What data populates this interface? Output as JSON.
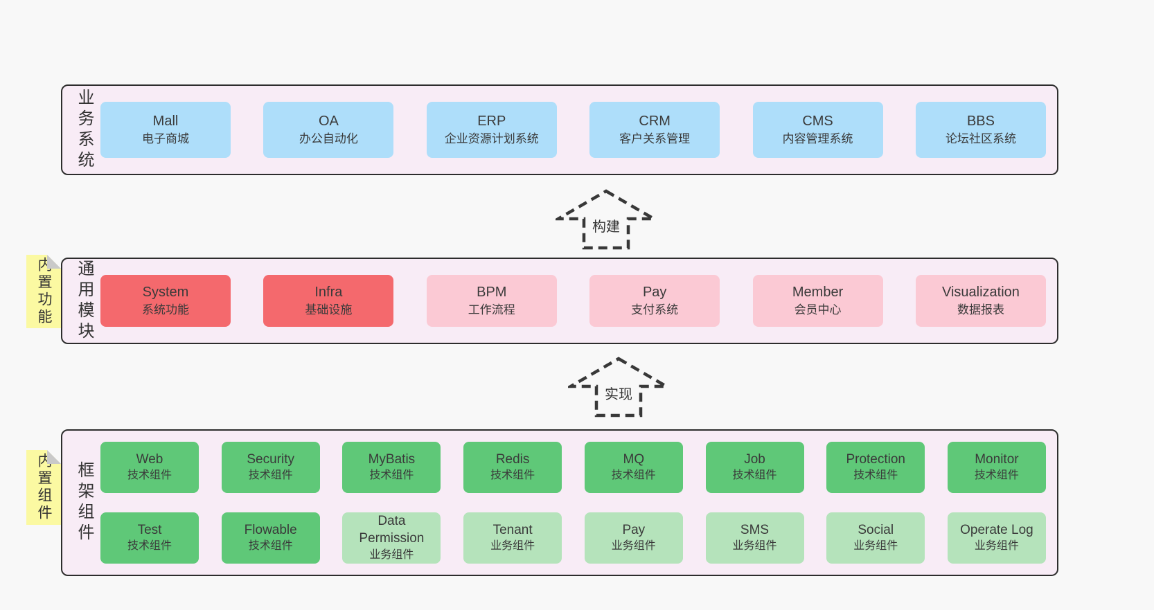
{
  "diagram": {
    "colors": {
      "page_bg": "#f8f8f8",
      "container_bg": "#f8ecf6",
      "container_border": "#2d2d2d",
      "blue_box": "#aedefa",
      "red_box": "#f4696d",
      "pink_box": "#fbc9d4",
      "green_box": "#5fc878",
      "light_green_box": "#b5e3bb",
      "sticky_note": "#fbf9a2",
      "sticky_fold": "#c9c9c9",
      "dashed_arrow": "#383838"
    },
    "arrows": [
      {
        "label": "构建"
      },
      {
        "label": "实现"
      }
    ],
    "stickies": [
      {
        "label": "内置功能"
      },
      {
        "label": "内置组件"
      }
    ],
    "layers": [
      {
        "label": "业务系统",
        "rows": [
          [
            {
              "name": "Mall",
              "subtitle": "电子商城",
              "variant": "blue"
            },
            {
              "name": "OA",
              "subtitle": "办公自动化",
              "variant": "blue"
            },
            {
              "name": "ERP",
              "subtitle": "企业资源计划系统",
              "variant": "blue"
            },
            {
              "name": "CRM",
              "subtitle": "客户关系管理",
              "variant": "blue"
            },
            {
              "name": "CMS",
              "subtitle": "内容管理系统",
              "variant": "blue"
            },
            {
              "name": "BBS",
              "subtitle": "论坛社区系统",
              "variant": "blue"
            }
          ]
        ]
      },
      {
        "label": "通用模块",
        "rows": [
          [
            {
              "name": "System",
              "subtitle": "系统功能",
              "variant": "red"
            },
            {
              "name": "Infra",
              "subtitle": "基础设施",
              "variant": "red"
            },
            {
              "name": "BPM",
              "subtitle": "工作流程",
              "variant": "pink"
            },
            {
              "name": "Pay",
              "subtitle": "支付系统",
              "variant": "pink"
            },
            {
              "name": "Member",
              "subtitle": "会员中心",
              "variant": "pink"
            },
            {
              "name": "Visualization",
              "subtitle": "数据报表",
              "variant": "pink"
            }
          ]
        ]
      },
      {
        "label": "框架组件",
        "rows": [
          [
            {
              "name": "Web",
              "subtitle": "技术组件",
              "variant": "green"
            },
            {
              "name": "Security",
              "subtitle": "技术组件",
              "variant": "green"
            },
            {
              "name": "MyBatis",
              "subtitle": "技术组件",
              "variant": "green"
            },
            {
              "name": "Redis",
              "subtitle": "技术组件",
              "variant": "green"
            },
            {
              "name": "MQ",
              "subtitle": "技术组件",
              "variant": "green"
            },
            {
              "name": "Job",
              "subtitle": "技术组件",
              "variant": "green"
            },
            {
              "name": "Protection",
              "subtitle": "技术组件",
              "variant": "green"
            },
            {
              "name": "Monitor",
              "subtitle": "技术组件",
              "variant": "green"
            }
          ],
          [
            {
              "name": "Test",
              "subtitle": "技术组件",
              "variant": "green"
            },
            {
              "name": "Flowable",
              "subtitle": "技术组件",
              "variant": "green"
            },
            {
              "name": "Data Permission",
              "subtitle": "业务组件",
              "variant": "green-light"
            },
            {
              "name": "Tenant",
              "subtitle": "业务组件",
              "variant": "green-light"
            },
            {
              "name": "Pay",
              "subtitle": "业务组件",
              "variant": "green-light"
            },
            {
              "name": "SMS",
              "subtitle": "业务组件",
              "variant": "green-light"
            },
            {
              "name": "Social",
              "subtitle": "业务组件",
              "variant": "green-light"
            },
            {
              "name": "Operate Log",
              "subtitle": "业务组件",
              "variant": "green-light"
            }
          ]
        ]
      }
    ]
  }
}
